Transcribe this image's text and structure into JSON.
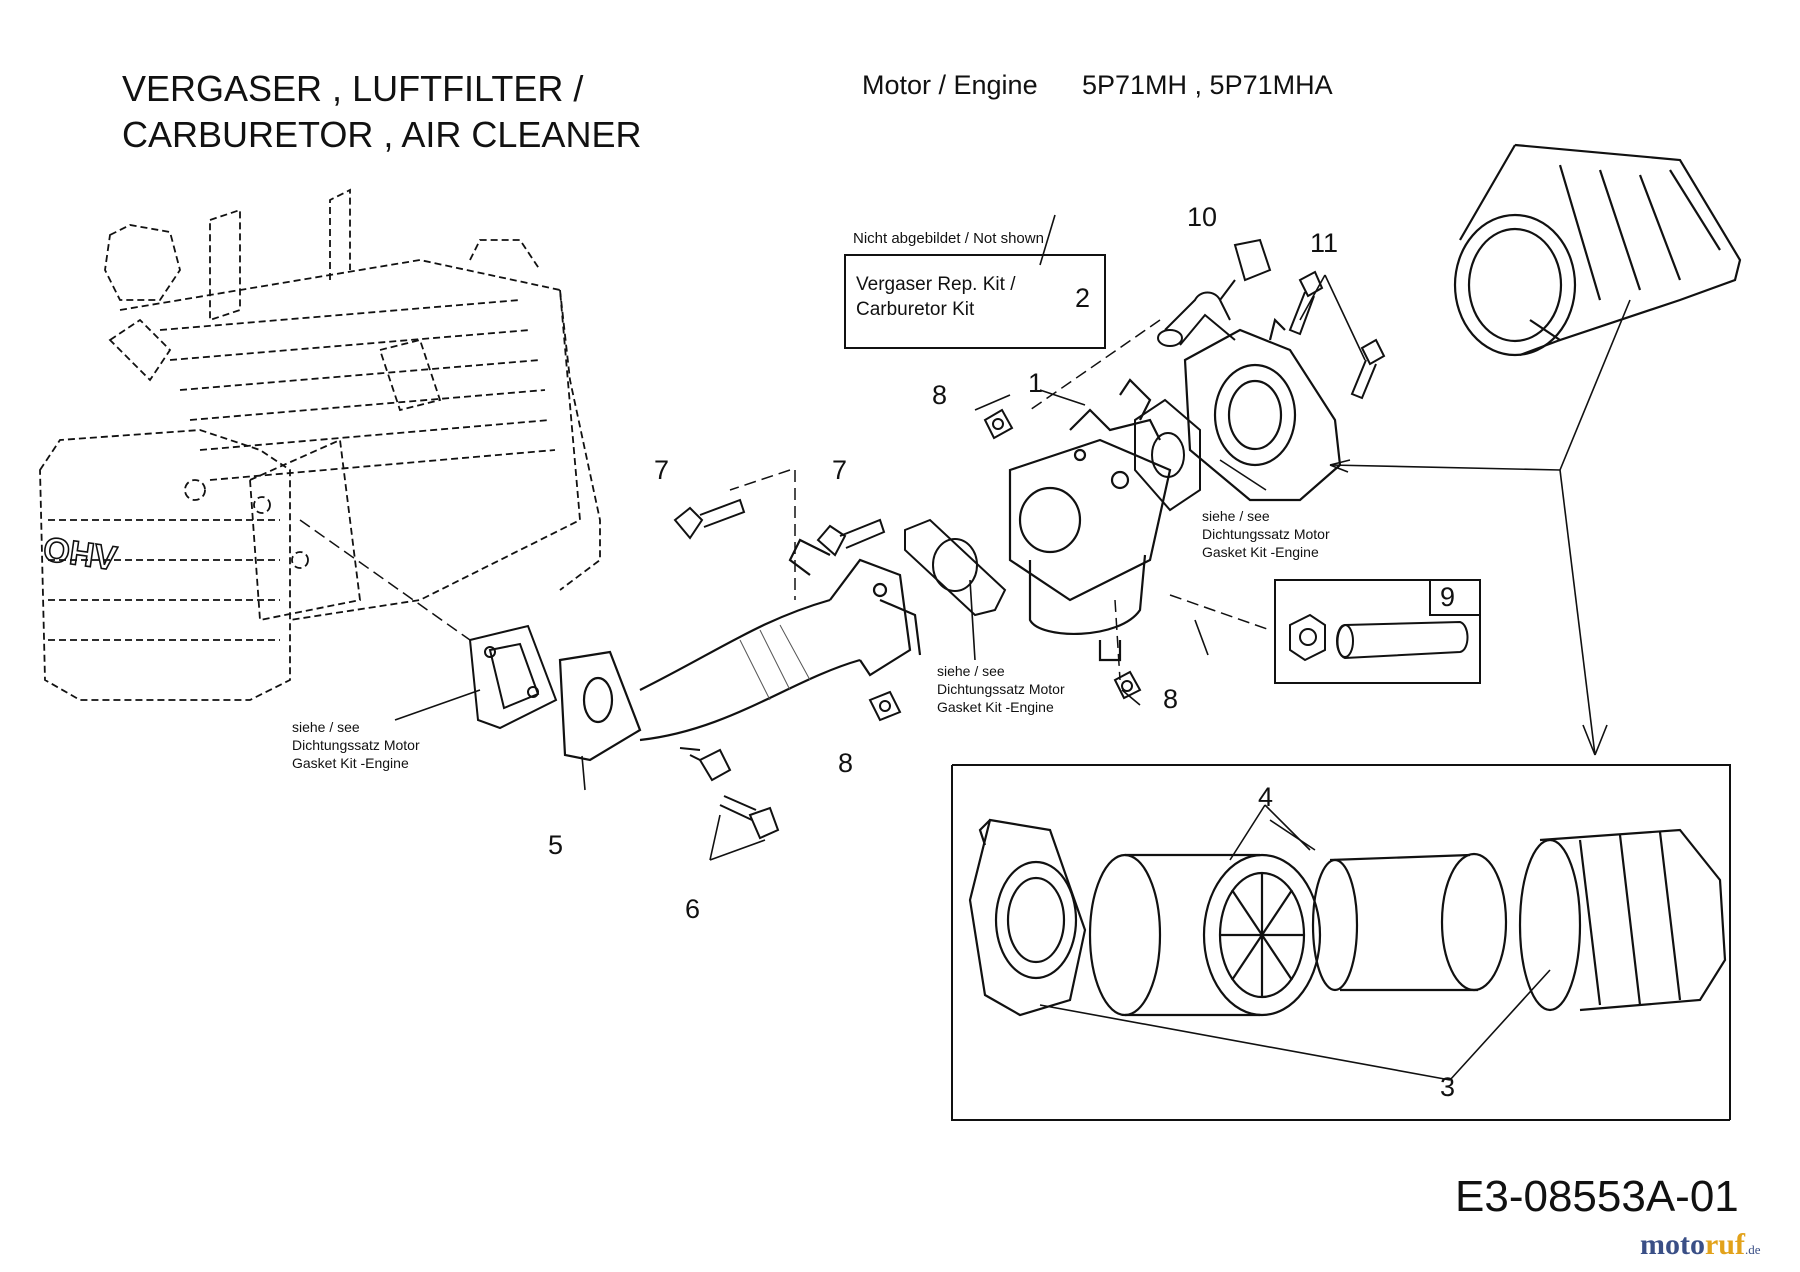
{
  "header": {
    "title_line1": "VERGASER , LUFTFILTER /",
    "title_line2": "CARBURETOR , AIR CLEANER",
    "engine_label": "Motor / Engine",
    "engine_models": "5P71MH , 5P71MHA"
  },
  "not_shown": {
    "heading": "Nicht abgebildet / Not shown",
    "kit_line1": "Vergaser Rep. Kit /",
    "kit_line2": "Carburetor Kit",
    "kit_number": "2"
  },
  "callouts": {
    "c1": "1",
    "c3": "3",
    "c4": "4",
    "c5": "5",
    "c6": "6",
    "c7a": "7",
    "c7b": "7",
    "c8a": "8",
    "c8b": "8",
    "c8c": "8",
    "c9": "9",
    "c10": "10",
    "c11": "11"
  },
  "notes": {
    "see1": [
      "siehe / see",
      "Dichtungssatz Motor",
      "Gasket Kit -Engine"
    ],
    "see2": [
      "siehe / see",
      "Dichtungssatz Motor",
      "Gasket Kit -Engine"
    ],
    "see3": [
      "siehe / see",
      "Dichtungssatz Motor",
      "Gasket Kit -Engine"
    ]
  },
  "engine_marking": "OHV",
  "drawing_code": "E3-08553A-01",
  "logo": {
    "brand_main": "moto",
    "brand_accent": "ruf",
    "brand_tld": ".de"
  }
}
